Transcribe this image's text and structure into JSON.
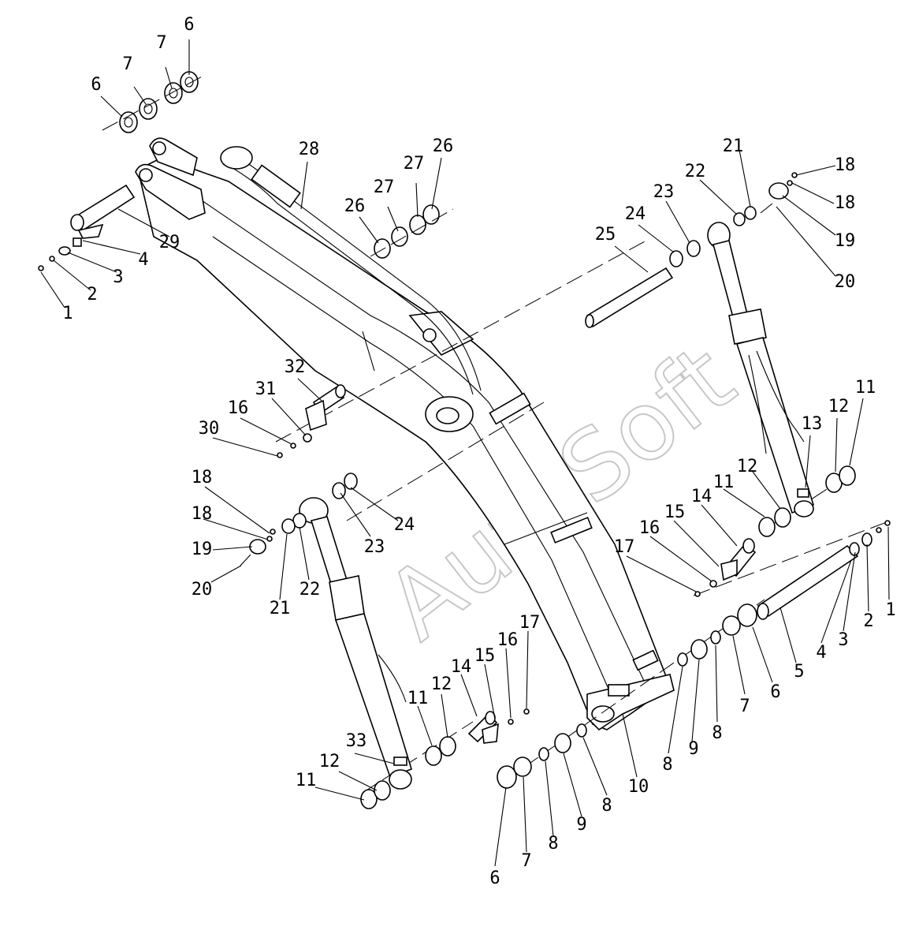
{
  "watermark": "AutoSoft",
  "callouts": [
    {
      "id": "c-6a",
      "text": "6"
    },
    {
      "id": "c-7a",
      "text": "7"
    },
    {
      "id": "c-7b",
      "text": "7"
    },
    {
      "id": "c-6b",
      "text": "6"
    },
    {
      "id": "c-28",
      "text": "28"
    },
    {
      "id": "c-26a",
      "text": "26"
    },
    {
      "id": "c-27a",
      "text": "27"
    },
    {
      "id": "c-27b",
      "text": "27"
    },
    {
      "id": "c-26b",
      "text": "26"
    },
    {
      "id": "c-29",
      "text": "29"
    },
    {
      "id": "c-4a",
      "text": "4"
    },
    {
      "id": "c-3a",
      "text": "3"
    },
    {
      "id": "c-2a",
      "text": "2"
    },
    {
      "id": "c-1a",
      "text": "1"
    },
    {
      "id": "c-21a",
      "text": "21"
    },
    {
      "id": "c-22a",
      "text": "22"
    },
    {
      "id": "c-23a",
      "text": "23"
    },
    {
      "id": "c-24a",
      "text": "24"
    },
    {
      "id": "c-25",
      "text": "25"
    },
    {
      "id": "c-18a",
      "text": "18"
    },
    {
      "id": "c-18b",
      "text": "18"
    },
    {
      "id": "c-19a",
      "text": "19"
    },
    {
      "id": "c-20a",
      "text": "20"
    },
    {
      "id": "c-32",
      "text": "32"
    },
    {
      "id": "c-31",
      "text": "31"
    },
    {
      "id": "c-16a",
      "text": "16"
    },
    {
      "id": "c-30",
      "text": "30"
    },
    {
      "id": "c-18c",
      "text": "18"
    },
    {
      "id": "c-18d",
      "text": "18"
    },
    {
      "id": "c-19b",
      "text": "19"
    },
    {
      "id": "c-20b",
      "text": "20"
    },
    {
      "id": "c-21b",
      "text": "21"
    },
    {
      "id": "c-22b",
      "text": "22"
    },
    {
      "id": "c-23b",
      "text": "23"
    },
    {
      "id": "c-24b",
      "text": "24"
    },
    {
      "id": "c-13",
      "text": "13"
    },
    {
      "id": "c-12a",
      "text": "12"
    },
    {
      "id": "c-11a",
      "text": "11"
    },
    {
      "id": "c-12b",
      "text": "12"
    },
    {
      "id": "c-11b",
      "text": "11"
    },
    {
      "id": "c-14a",
      "text": "14"
    },
    {
      "id": "c-15a",
      "text": "15"
    },
    {
      "id": "c-16b",
      "text": "16"
    },
    {
      "id": "c-17a",
      "text": "17"
    },
    {
      "id": "c-1b",
      "text": "1"
    },
    {
      "id": "c-2b",
      "text": "2"
    },
    {
      "id": "c-3b",
      "text": "3"
    },
    {
      "id": "c-4b",
      "text": "4"
    },
    {
      "id": "c-5",
      "text": "5"
    },
    {
      "id": "c-6c",
      "text": "6"
    },
    {
      "id": "c-7c",
      "text": "7"
    },
    {
      "id": "c-8a",
      "text": "8"
    },
    {
      "id": "c-9a",
      "text": "9"
    },
    {
      "id": "c-8b",
      "text": "8"
    },
    {
      "id": "c-10",
      "text": "10"
    },
    {
      "id": "c-17b",
      "text": "17"
    },
    {
      "id": "c-16c",
      "text": "16"
    },
    {
      "id": "c-15b",
      "text": "15"
    },
    {
      "id": "c-14b",
      "text": "14"
    },
    {
      "id": "c-12c",
      "text": "12"
    },
    {
      "id": "c-11c",
      "text": "11"
    },
    {
      "id": "c-33",
      "text": "33"
    },
    {
      "id": "c-12d",
      "text": "12"
    },
    {
      "id": "c-11d",
      "text": "11"
    },
    {
      "id": "c-8c",
      "text": "8"
    },
    {
      "id": "c-9b",
      "text": "9"
    },
    {
      "id": "c-8d",
      "text": "8"
    },
    {
      "id": "c-7d",
      "text": "7"
    },
    {
      "id": "c-6d",
      "text": "6"
    }
  ]
}
